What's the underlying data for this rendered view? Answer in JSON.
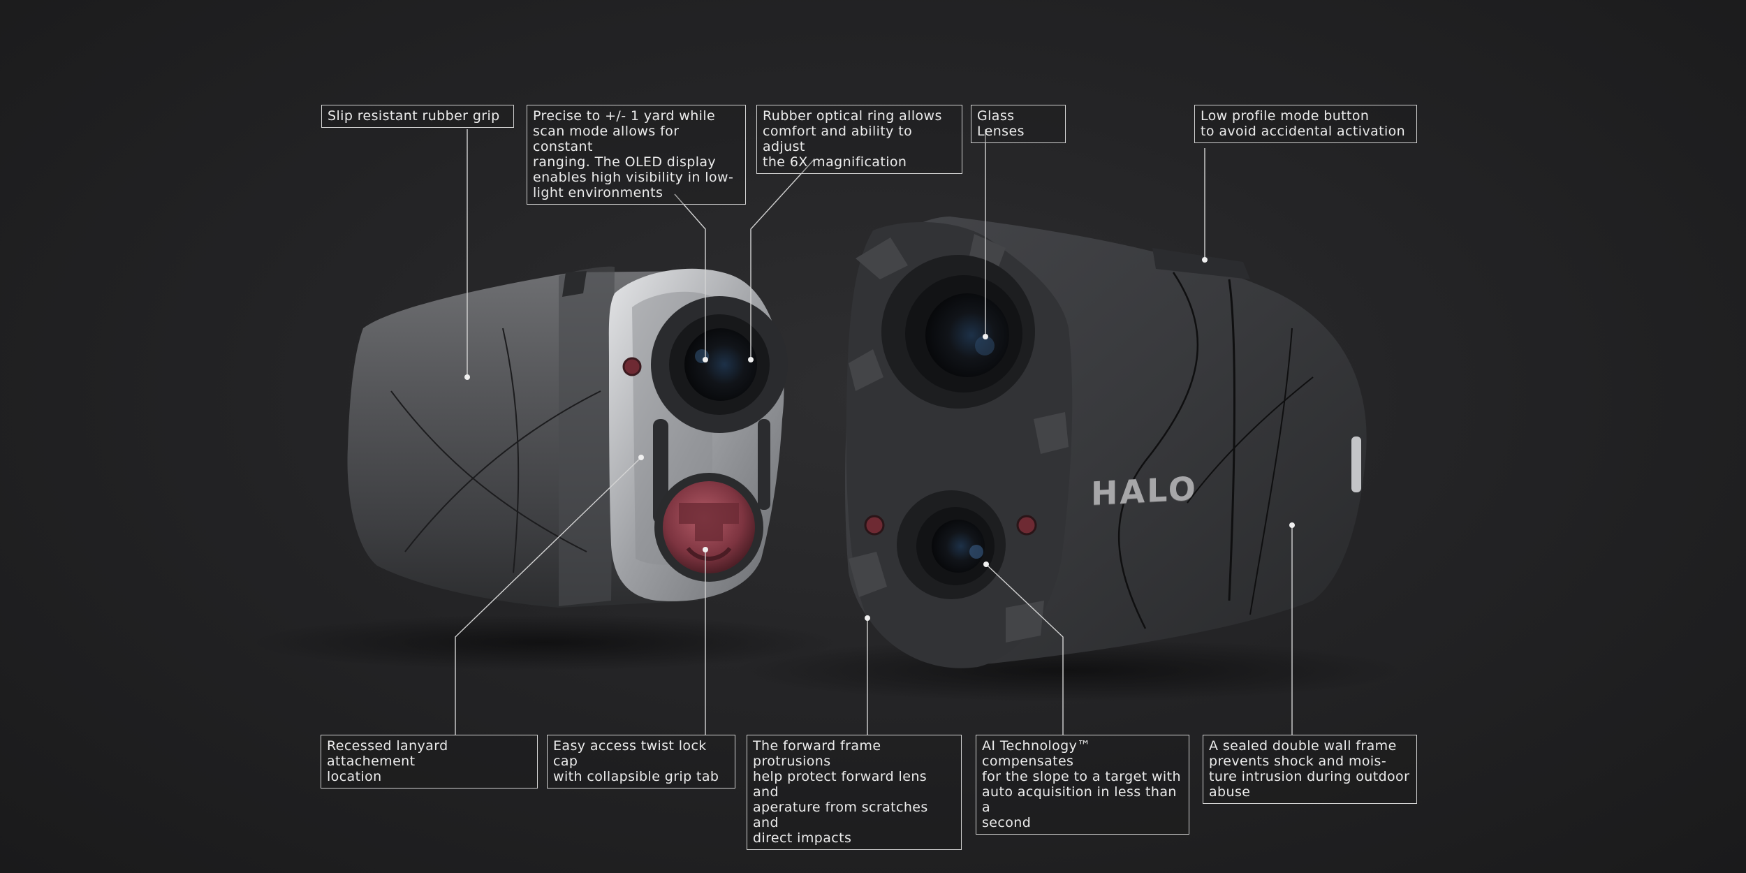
{
  "brand": {
    "wordmark": "HALO"
  },
  "callouts": {
    "grip": "Slip resistant rubber grip",
    "precise": "Precise to +/- 1 yard while\nscan mode allows for constant\nranging.  The OLED display\nenables high visibility in low-\nlight environments",
    "optical_ring": "Rubber optical ring allows\ncomfort and ability to adjust\nthe 6X magnification",
    "glass": "Glass Lenses",
    "mode_button": "Low profile mode button\nto avoid accidental activation",
    "lanyard": "Recessed lanyard attachement\nlocation",
    "twist_cap": "Easy access twist lock cap\nwith collapsible grip tab",
    "forward_frame": "The forward frame protrusions\nhelp protect forward lens and\naperature from scratches and\ndirect impacts",
    "ai_tech": "AI Technology™ compensates\nfor the slope to a target with\nauto acquisition in less than a\nsecond",
    "sealed_frame": "A sealed double wall frame\nprevents shock and mois-\nture intrusion during outdoor\nabuse"
  },
  "colors": {
    "background": "#242426",
    "body_dark": "#3a3b3e",
    "metal_ring": "#b6b8bc",
    "cap_red": "#8a3a45",
    "callout_line": "#d4d4d4"
  }
}
